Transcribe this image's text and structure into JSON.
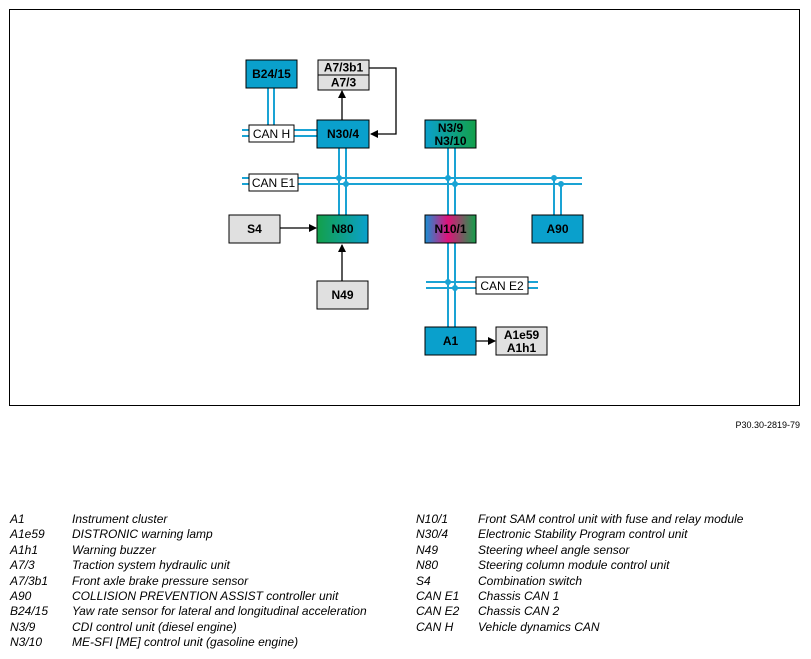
{
  "figure_ref": "P30.30-2819-79",
  "nodes": {
    "B24_15": "B24/15",
    "A7_3b1": "A7/3b1",
    "A7_3": "A7/3",
    "N30_4": "N30/4",
    "N3_9": "N3/9",
    "N3_10": "N3/10",
    "S4": "S4",
    "N80": "N80",
    "N10_1": "N10/1",
    "A90": "A90",
    "N49": "N49",
    "A1": "A1",
    "A1e59": "A1e59",
    "A1h1": "A1h1"
  },
  "buses": {
    "can_h": "CAN H",
    "can_e1": "CAN E1",
    "can_e2": "CAN E2"
  },
  "colors": {
    "bus": "#1aa3d4",
    "blue_box": "#0aa0cc",
    "grey_box": "#e0e0e0",
    "green": "#13a04a",
    "magenta": "#e0127a"
  },
  "legend_left": [
    {
      "code": "A1",
      "desc": "Instrument cluster"
    },
    {
      "code": "A1e59",
      "desc": "DISTRONIC warning lamp"
    },
    {
      "code": "A1h1",
      "desc": "Warning buzzer"
    },
    {
      "code": "A7/3",
      "desc": "Traction system hydraulic unit"
    },
    {
      "code": "A7/3b1",
      "desc": "Front axle brake pressure sensor"
    },
    {
      "code": "A90",
      "desc": "COLLISION PREVENTION ASSIST controller unit"
    },
    {
      "code": "B24/15",
      "desc": "Yaw rate sensor for lateral and longitudinal acceleration"
    },
    {
      "code": "N3/9",
      "desc": "CDI control unit (diesel engine)"
    },
    {
      "code": "N3/10",
      "desc": "ME-SFI [ME] control unit (gasoline engine)"
    }
  ],
  "legend_right": [
    {
      "code": "N10/1",
      "desc": "Front SAM control unit with fuse and relay module"
    },
    {
      "code": "N30/4",
      "desc": "Electronic Stability Program control unit"
    },
    {
      "code": "N49",
      "desc": "Steering wheel angle sensor"
    },
    {
      "code": "N80",
      "desc": "Steering column module control unit"
    },
    {
      "code": "S4",
      "desc": "Combination switch"
    },
    {
      "code": "CAN E1",
      "desc": "Chassis CAN 1"
    },
    {
      "code": "CAN E2",
      "desc": "Chassis CAN 2"
    },
    {
      "code": "CAN H",
      "desc": "Vehicle dynamics CAN"
    }
  ]
}
